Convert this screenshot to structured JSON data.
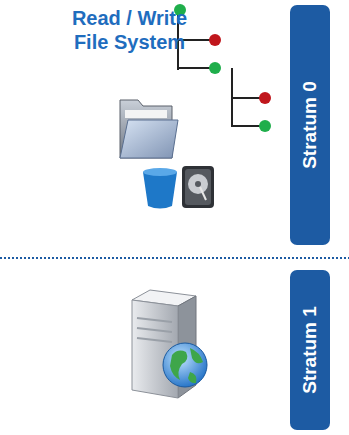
{
  "diagram": {
    "nodes": [
      {
        "text": [
          "Stratum 0"
        ]
      },
      {
        "text": [
          "Stratum 1"
        ]
      }
    ],
    "labels": [
      "Read / Write File System"
    ]
  }
}
